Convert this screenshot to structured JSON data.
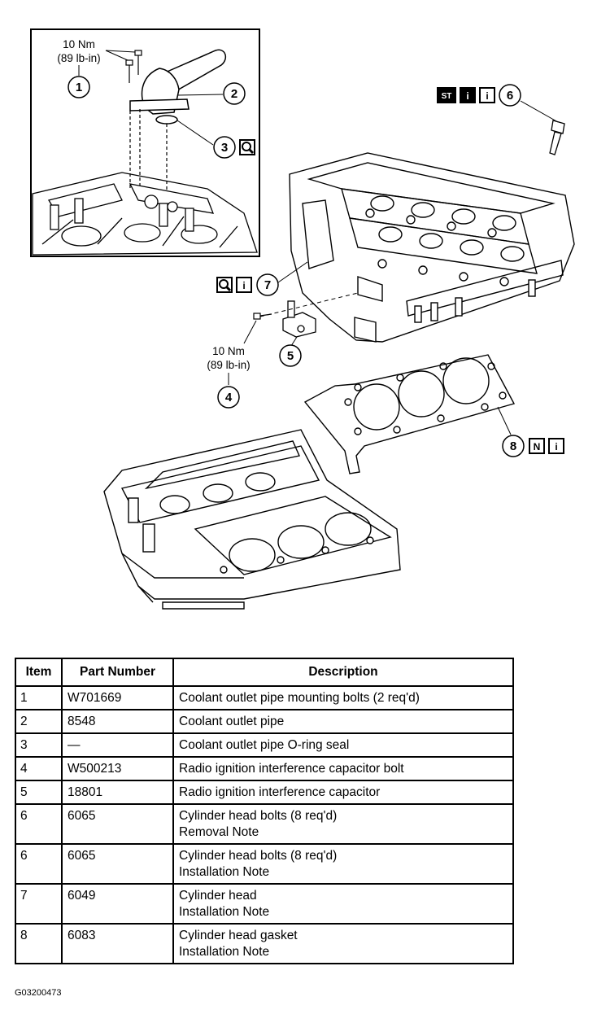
{
  "figure": {
    "inset_torque": {
      "line1": "10 Nm",
      "line2": "(89 lb-in)"
    },
    "lower_torque": {
      "line1": "10 Nm",
      "line2": "(89 lb-in)"
    },
    "callouts": [
      "1",
      "2",
      "3",
      "4",
      "5",
      "6",
      "7",
      "8"
    ],
    "badges": {
      "st": "ST",
      "info": "i",
      "new": "N",
      "inspect": "inspect-magnifier-icon"
    }
  },
  "table": {
    "headers": {
      "item": "Item",
      "part": "Part Number",
      "desc": "Description"
    },
    "rows": [
      {
        "item": "1",
        "part": "W701669",
        "desc": "Coolant outlet pipe mounting bolts (2 req'd)",
        "note": ""
      },
      {
        "item": "2",
        "part": "8548",
        "desc": "Coolant outlet pipe",
        "note": ""
      },
      {
        "item": "3",
        "part": "—",
        "desc": "Coolant outlet pipe O-ring seal",
        "note": ""
      },
      {
        "item": "4",
        "part": "W500213",
        "desc": "Radio ignition interference capacitor bolt",
        "note": ""
      },
      {
        "item": "5",
        "part": "18801",
        "desc": "Radio ignition interference capacitor",
        "note": ""
      },
      {
        "item": "6",
        "part": "6065",
        "desc": "Cylinder head bolts (8 req'd)",
        "note": "Removal Note"
      },
      {
        "item": "6",
        "part": "6065",
        "desc": "Cylinder head bolts (8 req'd)",
        "note": "Installation Note"
      },
      {
        "item": "7",
        "part": "6049",
        "desc": "Cylinder head",
        "note": "Installation Note"
      },
      {
        "item": "8",
        "part": "6083",
        "desc": "Cylinder head gasket",
        "note": "Installation Note"
      }
    ]
  },
  "figure_code": "G03200473"
}
